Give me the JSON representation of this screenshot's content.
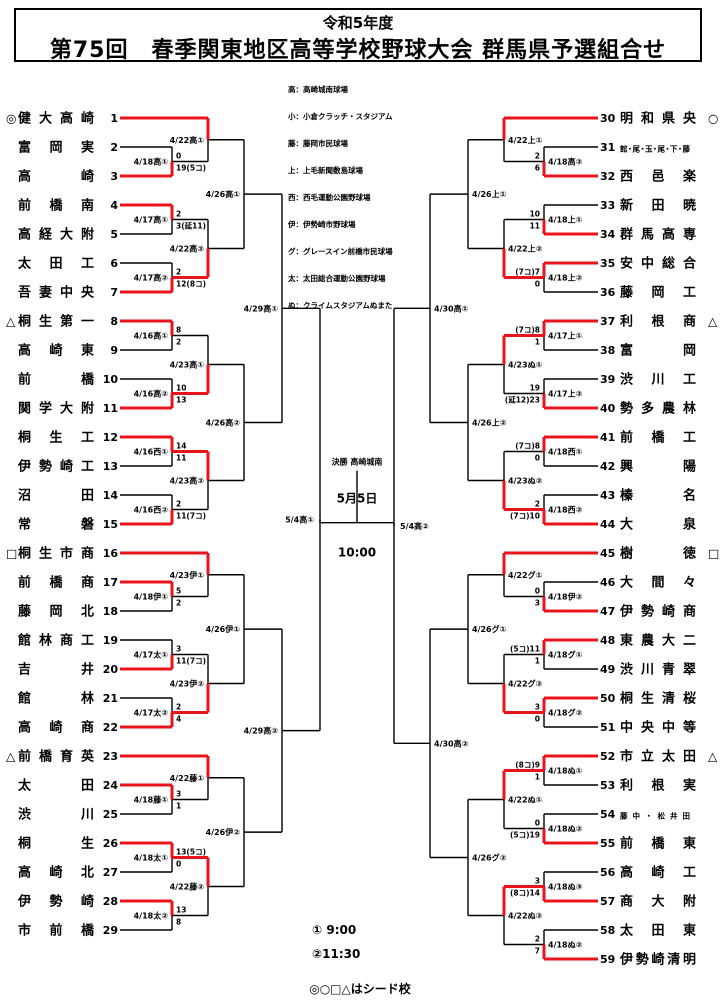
{
  "header": {
    "subtitle": "令和5年度",
    "title": "第75回　春季関東地区高等学校野球大会 群馬県予選組合せ"
  },
  "left_teams": [
    {
      "num": "1",
      "name": "健大高崎",
      "seed": "◎"
    },
    {
      "num": "2",
      "name": "富岡実",
      "seed": ""
    },
    {
      "num": "3",
      "name": "高崎",
      "seed": ""
    },
    {
      "num": "4",
      "name": "前橋南",
      "seed": ""
    },
    {
      "num": "5",
      "name": "高経大附",
      "seed": ""
    },
    {
      "num": "6",
      "name": "太田工",
      "seed": ""
    },
    {
      "num": "7",
      "name": "吾妻中央",
      "seed": ""
    },
    {
      "num": "8",
      "name": "桐生第一",
      "seed": "△"
    },
    {
      "num": "9",
      "name": "高崎東",
      "seed": ""
    },
    {
      "num": "10",
      "name": "前橋",
      "seed": ""
    },
    {
      "num": "11",
      "name": "関学大附",
      "seed": ""
    },
    {
      "num": "12",
      "name": "桐生工",
      "seed": ""
    },
    {
      "num": "13",
      "name": "伊勢崎工",
      "seed": ""
    },
    {
      "num": "14",
      "name": "沼田",
      "seed": ""
    },
    {
      "num": "15",
      "name": "常磐",
      "seed": ""
    },
    {
      "num": "16",
      "name": "桐生市商",
      "seed": "□"
    },
    {
      "num": "17",
      "name": "前橋商",
      "seed": ""
    },
    {
      "num": "18",
      "name": "藤岡北",
      "seed": ""
    },
    {
      "num": "19",
      "name": "館林商工",
      "seed": ""
    },
    {
      "num": "20",
      "name": "吉井",
      "seed": ""
    },
    {
      "num": "21",
      "name": "館林",
      "seed": ""
    },
    {
      "num": "22",
      "name": "高崎商",
      "seed": ""
    },
    {
      "num": "23",
      "name": "前橋育英",
      "seed": "△"
    },
    {
      "num": "24",
      "name": "太田",
      "seed": ""
    },
    {
      "num": "25",
      "name": "渋川",
      "seed": ""
    },
    {
      "num": "26",
      "name": "桐生",
      "seed": ""
    },
    {
      "num": "27",
      "name": "高崎北",
      "seed": ""
    },
    {
      "num": "28",
      "name": "伊勢崎",
      "seed": ""
    },
    {
      "num": "29",
      "name": "市前橋",
      "seed": ""
    }
  ],
  "right_teams": [
    {
      "num": "30",
      "name": "明和県央",
      "seed": "○"
    },
    {
      "num": "31",
      "name": "館・尾・玉・尾・下・藤",
      "seed": ""
    },
    {
      "num": "32",
      "name": "西邑楽",
      "seed": ""
    },
    {
      "num": "33",
      "name": "新田暁",
      "seed": ""
    },
    {
      "num": "34",
      "name": "群馬高専",
      "seed": ""
    },
    {
      "num": "35",
      "name": "安中総合",
      "seed": ""
    },
    {
      "num": "36",
      "name": "藤岡工",
      "seed": ""
    },
    {
      "num": "37",
      "name": "利根商",
      "seed": "△"
    },
    {
      "num": "38",
      "name": "富岡",
      "seed": ""
    },
    {
      "num": "39",
      "name": "渋川工",
      "seed": ""
    },
    {
      "num": "40",
      "name": "勢多農林",
      "seed": ""
    },
    {
      "num": "41",
      "name": "前橋工",
      "seed": ""
    },
    {
      "num": "42",
      "name": "興陽",
      "seed": ""
    },
    {
      "num": "43",
      "name": "榛名",
      "seed": ""
    },
    {
      "num": "44",
      "name": "大泉",
      "seed": ""
    },
    {
      "num": "45",
      "name": "樹徳",
      "seed": "□"
    },
    {
      "num": "46",
      "name": "大間々",
      "seed": ""
    },
    {
      "num": "47",
      "name": "伊勢崎商",
      "seed": ""
    },
    {
      "num": "48",
      "name": "東農大二",
      "seed": ""
    },
    {
      "num": "49",
      "name": "渋川青翠",
      "seed": ""
    },
    {
      "num": "50",
      "name": "桐生清桜",
      "seed": ""
    },
    {
      "num": "51",
      "name": "中央中等",
      "seed": ""
    },
    {
      "num": "52",
      "name": "市立太田",
      "seed": "△"
    },
    {
      "num": "53",
      "name": "利根実",
      "seed": ""
    },
    {
      "num": "54",
      "name": "藤中・松井田",
      "seed": ""
    },
    {
      "num": "55",
      "name": "前橋東",
      "seed": ""
    },
    {
      "num": "56",
      "name": "高崎工",
      "seed": ""
    },
    {
      "num": "57",
      "name": "商大附",
      "seed": ""
    },
    {
      "num": "58",
      "name": "太田東",
      "seed": ""
    },
    {
      "num": "59",
      "name": "伊勢崎清明",
      "seed": ""
    }
  ],
  "venues": [
    "高：高崎城南球場",
    "小：小倉クラッチ・スタジアム",
    "藤：藤岡市民球場",
    "上：上毛新聞敷島球場",
    "西：西毛運動公園野球場",
    "伊：伊勢崎市野球場",
    "グ：グレースイン前橋市民球場",
    "太：太田総合運動公園野球場",
    "ぬ：クライムスタジアムぬまた"
  ],
  "left_round1": [
    {
      "label": "4/18高①",
      "top": "0",
      "bot": "19(5コ)"
    },
    {
      "label": "4/17高①",
      "top": "2",
      "bot": "3(延11)"
    },
    {
      "label": "4/17高②",
      "top": "2",
      "bot": "12(8コ)"
    },
    {
      "label": "4/16高①",
      "top": "8",
      "bot": "2"
    },
    {
      "label": "4/16高②",
      "top": "10",
      "bot": "13"
    },
    {
      "label": "4/16西①",
      "top": "14",
      "bot": "11"
    },
    {
      "label": "4/16西②",
      "top": "2",
      "bot": "11(7コ)"
    },
    {
      "label": "4/18伊①",
      "top": "5",
      "bot": "2"
    },
    {
      "label": "4/17太①",
      "top": "3",
      "bot": "11(7コ)"
    },
    {
      "label": "4/17太②",
      "top": "2",
      "bot": "4"
    },
    {
      "label": "4/18藤①",
      "top": "3",
      "bot": "1"
    },
    {
      "label": "4/18太①",
      "top": "13(5コ)",
      "bot": "0"
    },
    {
      "label": "4/18太②",
      "top": "13",
      "bot": "8"
    }
  ],
  "left_round2": [
    "4/22高①",
    "4/22高②",
    "4/23高①",
    "4/23高②",
    "4/23伊①",
    "4/23伊②",
    "4/22藤①",
    "4/22藤②"
  ],
  "left_round3": [
    "4/26高①",
    "4/26高②",
    "4/26伊①",
    "4/26伊②"
  ],
  "left_round4": [
    "4/29高①",
    "4/29高②"
  ],
  "left_semi": "5/4高①",
  "right_round1": [
    {
      "label": "4/18高②",
      "top": "2",
      "bot": "6"
    },
    {
      "label": "4/18上①",
      "top": "10",
      "bot": "11"
    },
    {
      "label": "4/18上②",
      "top": "(7コ)7",
      "bot": "0"
    },
    {
      "label": "4/17上①",
      "top": "(7コ)8",
      "bot": "1"
    },
    {
      "label": "4/17上②",
      "top": "19",
      "bot": "(延12)23"
    },
    {
      "label": "4/18西①",
      "top": "(7コ)8",
      "bot": "0"
    },
    {
      "label": "4/18西②",
      "top": "2",
      "bot": "(7コ)10"
    },
    {
      "label": "4/18伊②",
      "top": "0",
      "bot": "3"
    },
    {
      "label": "4/18グ①",
      "top": "(5コ)11",
      "bot": "1"
    },
    {
      "label": "4/18グ②",
      "top": "3",
      "bot": "0"
    },
    {
      "label": "4/18ぬ①",
      "top": "(8コ)9",
      "bot": "1"
    },
    {
      "label": "4/18ぬ②",
      "top": "0",
      "bot": "(5コ)19"
    },
    {
      "label": "4/18ぬ③",
      "top": "3",
      "bot": "(8コ)14"
    },
    {
      "label": "4/18ぬ②",
      "top": "2",
      "bot": "7"
    }
  ],
  "right_round2": [
    "4/22上①",
    "4/22上②",
    "4/23ぬ①",
    "4/23ぬ②",
    "4/22グ①",
    "4/22グ②",
    "4/22ぬ①",
    "4/22ぬ②"
  ],
  "right_round3": [
    "4/26上①",
    "4/26上②",
    "4/26グ①",
    "4/26グ②"
  ],
  "right_round4": [
    "4/30高①",
    "4/30高②"
  ],
  "right_semi": "5/4高②",
  "final": {
    "label": "決勝 高崎城南",
    "date": "5月5日",
    "time": "10:00"
  },
  "times": [
    "① 9:00",
    "②11:30"
  ],
  "footer": "◎○□△はシード校"
}
